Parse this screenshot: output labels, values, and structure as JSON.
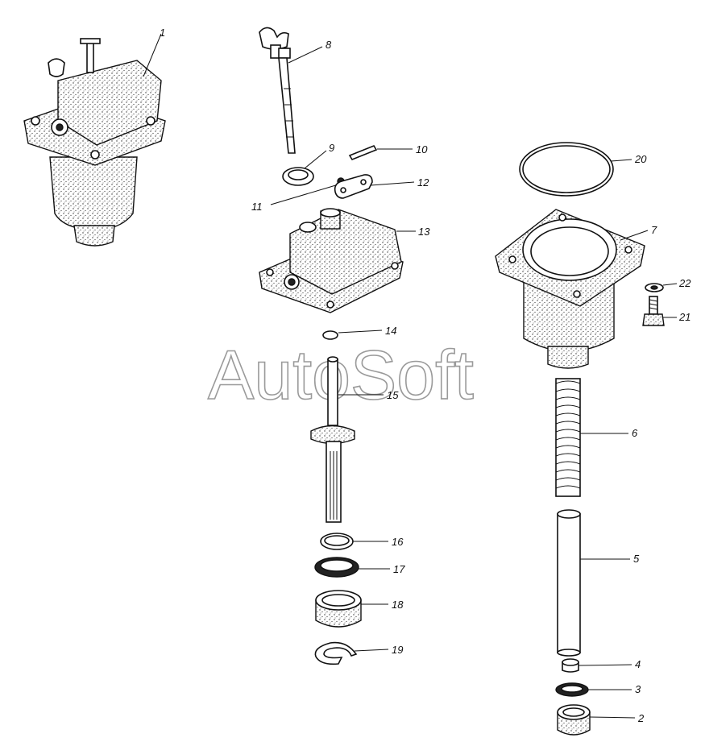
{
  "watermark": "AutoSoft",
  "callouts": {
    "c1": "1",
    "c2": "2",
    "c3": "3",
    "c4": "4",
    "c5": "5",
    "c6": "6",
    "c7": "7",
    "c8": "8",
    "c9": "9",
    "c10": "10",
    "c11": "11",
    "c12": "12",
    "c13": "13",
    "c14": "14",
    "c15": "15",
    "c16": "16",
    "c17": "17",
    "c18": "18",
    "c19": "19",
    "c20": "20",
    "c21": "21",
    "c22": "22"
  }
}
